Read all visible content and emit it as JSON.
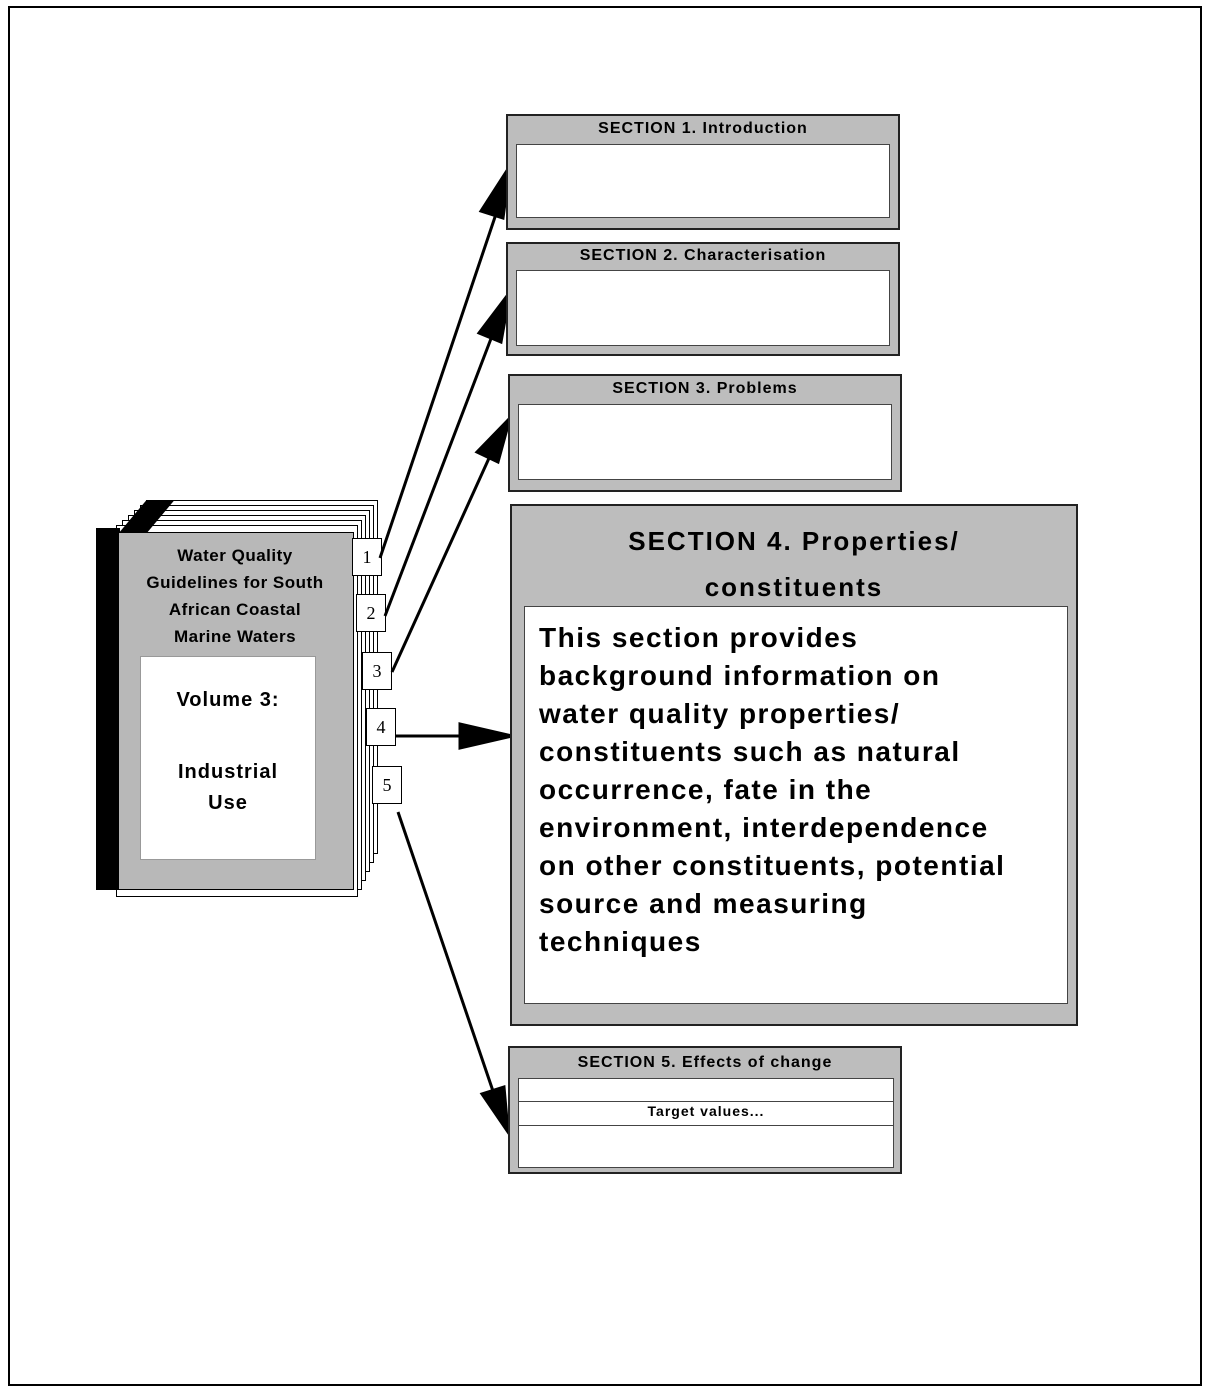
{
  "book": {
    "title": "Water Quality\nGuidelines for South\nAfrican Coastal\nMarine Waters",
    "volume": "Volume 3:",
    "use": "Industrial\nUse",
    "tabs": [
      "1",
      "2",
      "3",
      "4",
      "5"
    ]
  },
  "sections": {
    "s1": {
      "title": "SECTION  1.  Introduction"
    },
    "s2": {
      "title": "SECTION  2.  Characterisation"
    },
    "s3": {
      "title": "SECTION  3.  Problems"
    },
    "s4": {
      "title": "SECTION  4.  Properties/\nconstituents",
      "body": "This  section provides\nbackground information on\nwater quality  properties/\nconstituents such as natural\noccurrence, fate  in  the\nenvironment, interdependence\non other constituents, potential\nsource and measuring\ntechniques"
    },
    "s5": {
      "title": "SECTION  5.  Effects of change",
      "target": "Target values..."
    }
  }
}
